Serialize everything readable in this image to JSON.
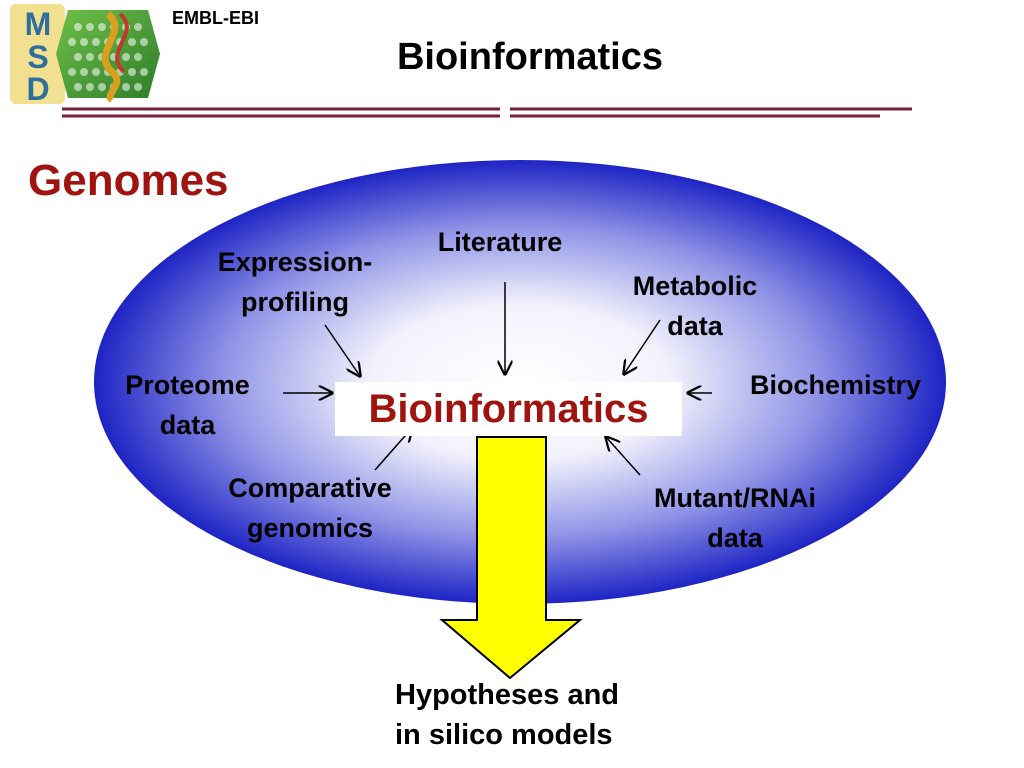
{
  "header": {
    "org": "EMBL-EBI",
    "title": "Bioinformatics",
    "logo_letters": [
      "M",
      "S",
      "D"
    ]
  },
  "section_title": "Genomes",
  "diagram": {
    "center": "Bioinformatics",
    "inputs": {
      "literature": "Literature",
      "expression": [
        "Expression-",
        "profiling"
      ],
      "metabolic": [
        "Metabolic",
        "data"
      ],
      "proteome": [
        "Proteome",
        "data"
      ],
      "biochemistry": "Biochemistry",
      "comparative": [
        "Comparative",
        "genomics"
      ],
      "mutant": [
        "Mutant/RNAi",
        "data"
      ]
    },
    "output": [
      "Hypotheses and",
      "in silico models"
    ]
  },
  "colors": {
    "accent_red": "#a0140f",
    "ellipse_blue": "#2a2fc9",
    "arrow_yellow": "#ffff00",
    "rule_maroon": "#7a1f3d"
  }
}
